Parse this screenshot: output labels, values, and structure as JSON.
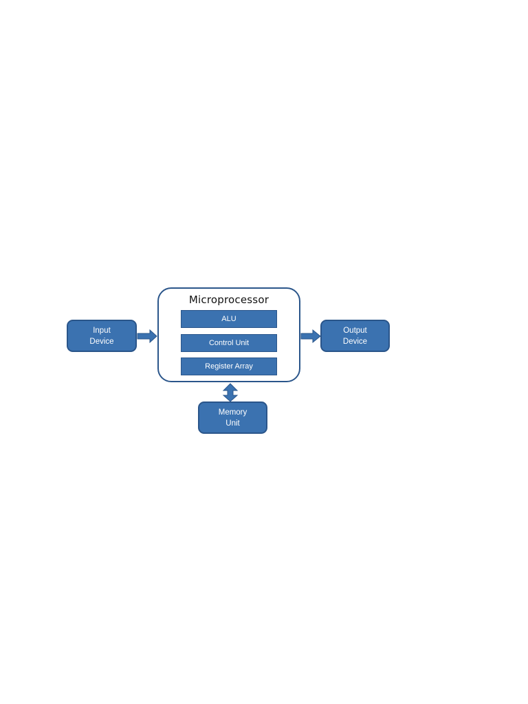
{
  "input_device": {
    "line1": "Input",
    "line2": "Device"
  },
  "output_device": {
    "line1": "Output",
    "line2": "Device"
  },
  "memory_unit": {
    "line1": "Memory",
    "line2": "Unit"
  },
  "microprocessor": {
    "title": "Microprocessor",
    "units": [
      "ALU",
      "Control Unit",
      "Register Array"
    ]
  },
  "colors": {
    "box_fill": "#3b72b0",
    "box_border": "#2a558a",
    "text_light": "#ffffff",
    "title_text": "#111111"
  }
}
